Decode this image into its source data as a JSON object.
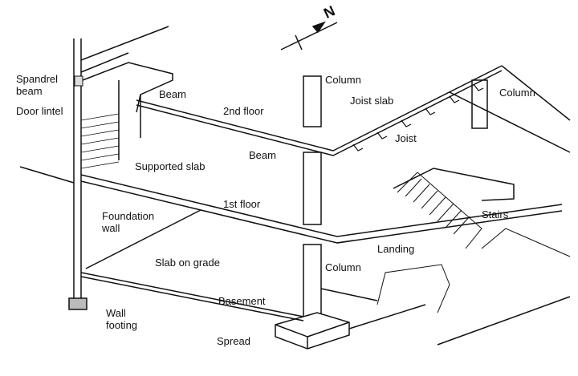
{
  "title": "Building structure cutaway",
  "north_label": "N",
  "labels": {
    "spandrel_beam": [
      "Spandrel",
      "beam"
    ],
    "door_lintel": "Door lintel",
    "beam_upper": "Beam",
    "second_floor": "2nd floor",
    "column_top": "Column",
    "joist_slab": "Joist slab",
    "column_right": "Column",
    "joist": "Joist",
    "beam_mid": "Beam",
    "supported_slab": "Supported slab",
    "first_floor": "1st floor",
    "foundation_wall": [
      "Foundation",
      "wall"
    ],
    "stairs": "Stairs",
    "landing": "Landing",
    "slab_on_grade": "Slab on grade",
    "column_lower": "Column",
    "basement": "Basement",
    "wall_footing": [
      "Wall",
      "footing"
    ],
    "spread": "Spread"
  }
}
